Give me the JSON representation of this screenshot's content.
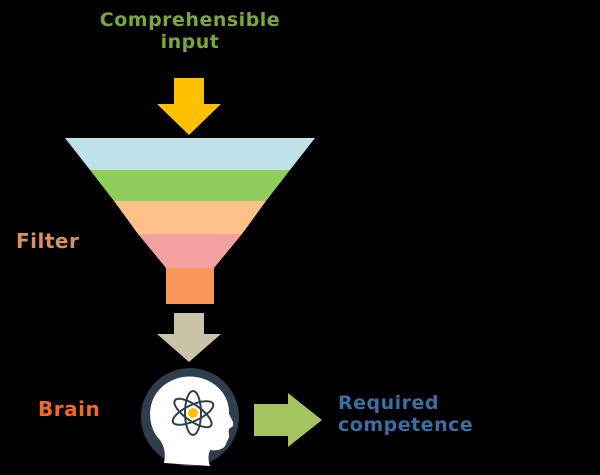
{
  "labels": {
    "input": "Comprehensible\ninput",
    "filter": "Filter",
    "brain": "Brain",
    "output": "Required\ncompetence"
  },
  "colors": {
    "background": "#000000",
    "input_text": "#7aa83c",
    "filter_text": "#d9905a",
    "brain_text": "#f26a21",
    "output_text": "#3a6ea5",
    "arrow_input": "#ffc000",
    "arrow_down": "#c9c3a8",
    "arrow_right": "#a6c45e",
    "funnel_bands": [
      "#bfe1e8",
      "#8fce5c",
      "#ffc08a",
      "#f2a0a0"
    ],
    "funnel_spout": "#f7975a",
    "brain_circle": "#2f3e4d",
    "head": "#ffffff"
  },
  "icons": {
    "input_arrow": "arrow-down-icon",
    "filter_arrow": "arrow-down-icon",
    "output_arrow": "arrow-right-icon",
    "brain": "head-atom-icon"
  }
}
